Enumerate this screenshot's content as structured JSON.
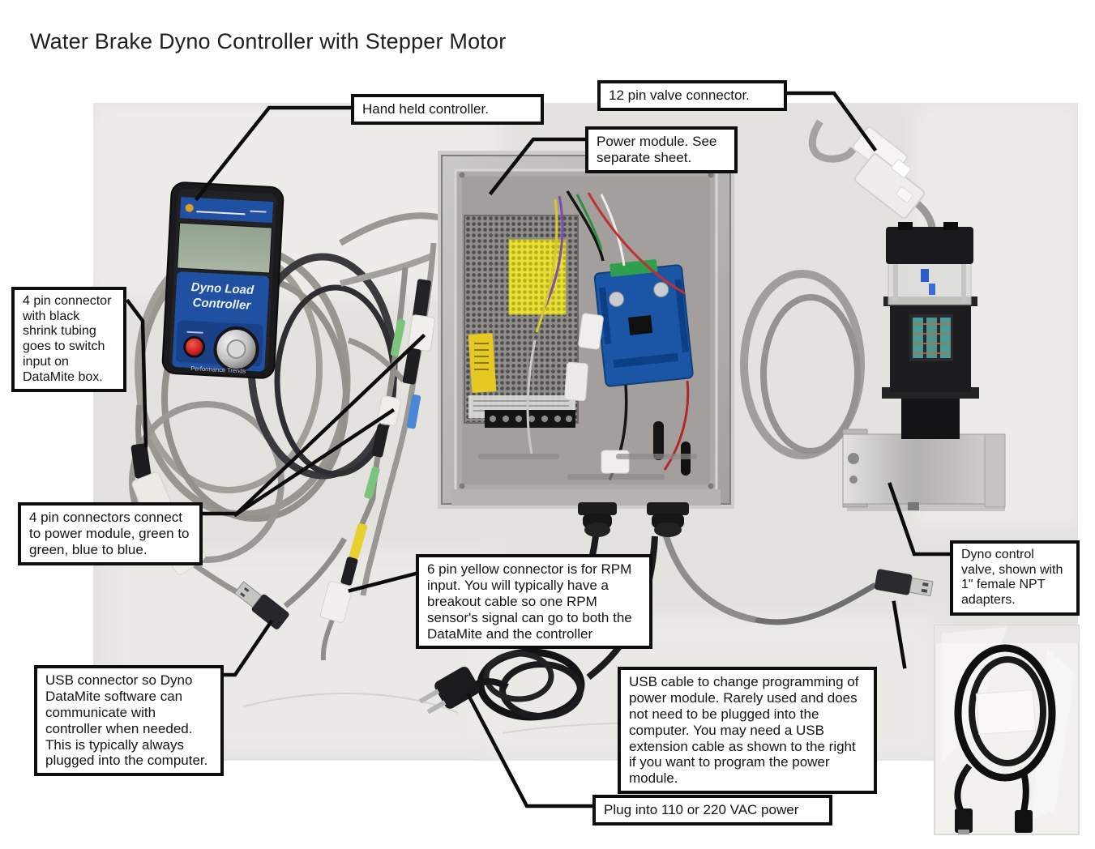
{
  "page": {
    "title": "Water Brake Dyno Controller with Stepper Motor"
  },
  "callouts": {
    "hand_held_controller": "Hand held controller.",
    "twelve_pin_valve_connector": "12 pin valve connector.",
    "power_module": "Power module.  See separate sheet.",
    "four_pin_shrink": "4 pin connector with black shrink tubing goes to switch input on DataMite box.",
    "four_pin_connectors": "4 pin connectors connect to power module, green to green, blue to blue.",
    "six_pin_yellow": "6 pin yellow connector is for RPM input.  You will typically have a breakout cable so one RPM sensor's signal can go to both the DataMite and the controller",
    "usb_connector": "USB connector so Dyno DataMite software can communicate with controller when needed. This is typically always plugged into the computer.",
    "usb_cable": "USB cable to change programming of power module.  Rarely used and does not need to be plugged into the computer.  You may need a USB extension cable as shown to the right if you want to program the power module.",
    "vac_power": "Plug into 110 or 220 VAC power",
    "dyno_control_valve": "Dyno control valve, shown with 1\" female NPT adapters."
  },
  "device_labels": {
    "name_line1": "Dyno Load",
    "name_line2": "Controller",
    "brand": "Performance Trends"
  },
  "colors": {
    "photo_bg": "#e4e2df",
    "callout_border": "#0e0e0e",
    "controller_blue": "#2050a2",
    "lcd_green": "#9aa895",
    "band_green": "#7cc47e",
    "band_blue": "#4a86d8",
    "band_yellow": "#e8d031",
    "pcb_blue": "#1b56a6",
    "psu_yellow": "#e8e035"
  }
}
